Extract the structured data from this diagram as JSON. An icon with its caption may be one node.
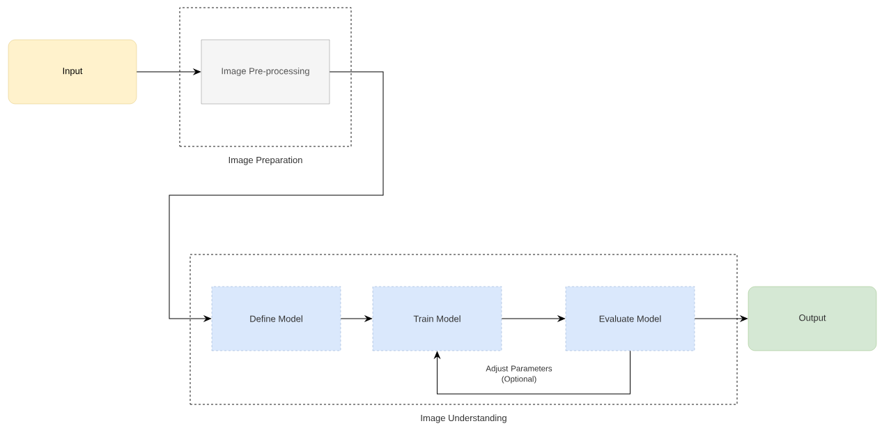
{
  "diagram": {
    "nodes": [
      {
        "text": [
          "Input"
        ]
      },
      {
        "text": [
          "Image Preparation"
        ]
      },
      {
        "text": [
          "Image Pre-processing"
        ],
        "in": 1
      },
      {
        "text": [
          "Image Understanding"
        ]
      },
      {
        "text": [
          "Define Model"
        ],
        "in": 3
      },
      {
        "text": [
          "Train Model"
        ],
        "in": 3
      },
      {
        "text": [
          "Evaluate Model"
        ],
        "in": 3
      },
      {
        "text": [
          "Output"
        ]
      }
    ],
    "edges": [
      {
        "from": 0,
        "to": 2,
        "arrow": "to"
      },
      {
        "from": 2,
        "to": 4,
        "arrow": "to"
      },
      {
        "from": 4,
        "to": 5,
        "arrow": "to"
      },
      {
        "from": 5,
        "to": 6,
        "arrow": "to"
      },
      {
        "from": 6,
        "to": 5,
        "arrow": "to",
        "label": "Adjust Parameters (Optional)"
      },
      {
        "from": 6,
        "to": 7,
        "arrow": "to"
      }
    ]
  }
}
